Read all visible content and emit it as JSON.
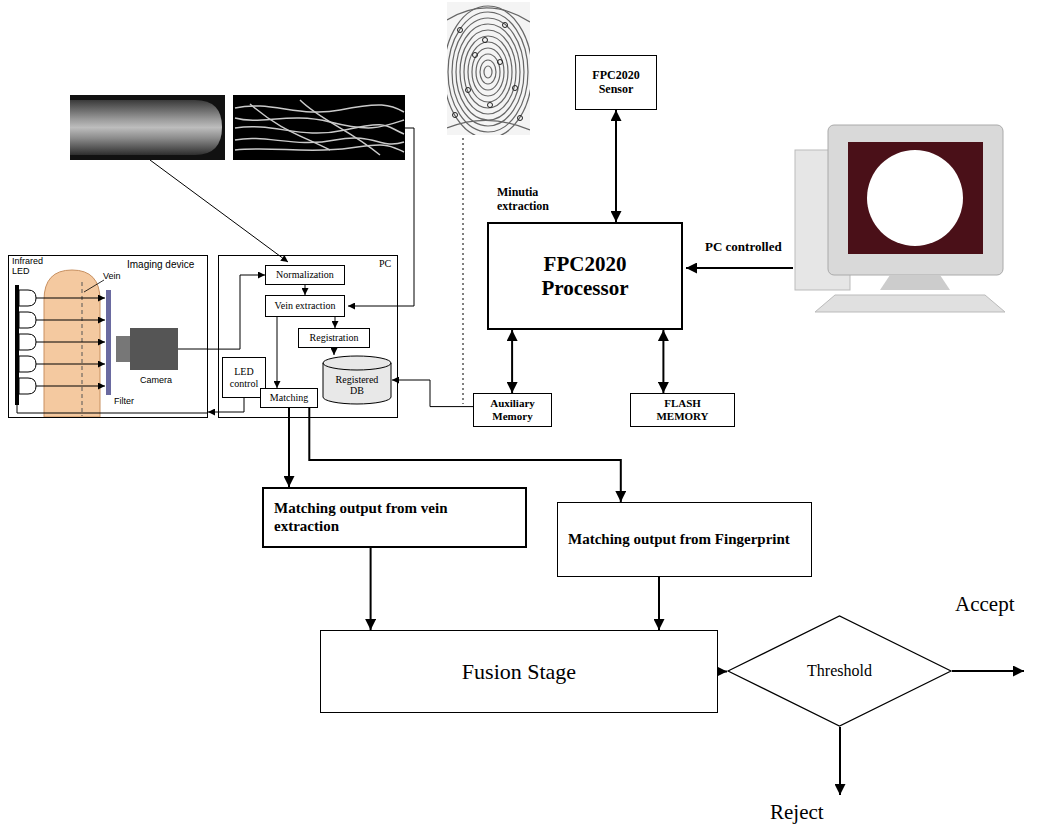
{
  "diagram": {
    "nodes": [
      {
        "text": [
          "Imaging device"
        ]
      },
      {
        "text": [
          "PC"
        ]
      },
      {
        "text": [
          "Normalization"
        ],
        "in": 1
      },
      {
        "text": [
          "Vein extraction"
        ],
        "in": 1
      },
      {
        "text": [
          "Registration"
        ],
        "in": 1
      },
      {
        "text": [
          "Registered DB"
        ],
        "in": 1
      },
      {
        "text": [
          "LED control"
        ],
        "in": 1
      },
      {
        "text": [
          "Matching"
        ],
        "in": 1
      },
      {
        "text": [
          "FPC2020 Sensor"
        ]
      },
      {
        "text": [
          "FPC2020 Processor"
        ]
      },
      {
        "text": [
          "Auxiliary Memory"
        ]
      },
      {
        "text": [
          "FLASH MEMORY"
        ]
      },
      {
        "text": [
          "Matching output from vein extraction"
        ]
      },
      {
        "text": [
          "Matching output from Fingerprint"
        ]
      },
      {
        "text": [
          "Fusion Stage"
        ]
      },
      {
        "text": [
          "Threshold"
        ]
      }
    ],
    "edges": [
      {
        "from": 0,
        "to": 2,
        "arrow": "to"
      },
      {
        "from": 6,
        "to": 0,
        "arrow": "to"
      },
      {
        "from": 2,
        "to": 3,
        "arrow": "to"
      },
      {
        "from": 3,
        "to": 4,
        "arrow": "to"
      },
      {
        "from": 4,
        "to": 5,
        "arrow": "to"
      },
      {
        "from": 3,
        "to": 7,
        "arrow": "to"
      },
      {
        "from": 10,
        "to": 5,
        "arrow": "to"
      },
      {
        "from": 8,
        "to": 9,
        "arrow": "both"
      },
      {
        "from": 9,
        "to": 10,
        "arrow": "both"
      },
      {
        "from": 9,
        "to": 11,
        "arrow": "both"
      },
      {
        "from": 7,
        "to": 12,
        "arrow": "to"
      },
      {
        "from": 7,
        "to": 13,
        "arrow": "to"
      },
      {
        "from": 12,
        "to": 14,
        "arrow": "to"
      },
      {
        "from": 13,
        "to": 14,
        "arrow": "to"
      },
      {
        "from": 14,
        "to": 15,
        "arrow": "to"
      }
    ],
    "labels": [
      "Infrared LED",
      "Vein",
      "Filter",
      "Camera",
      "Minutia extraction",
      "PC controlled",
      "Accept",
      "Reject"
    ]
  }
}
